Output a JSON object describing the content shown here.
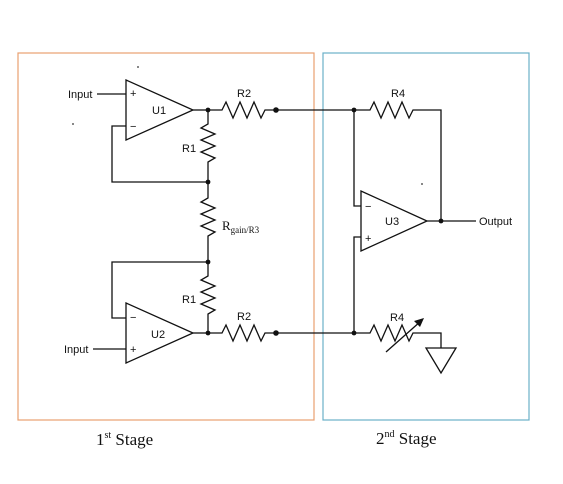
{
  "stage1": {
    "label_main": "1",
    "label_sup": "st",
    "label_rest": " Stage",
    "border_color": "#e8a070"
  },
  "stage2": {
    "label_main": "2",
    "label_sup": "nd",
    "label_rest": " Stage",
    "border_color": "#6bb0c8"
  },
  "inputs": {
    "top": "Input",
    "bottom": "Input"
  },
  "output": "Output",
  "opamps": {
    "u1": "U1",
    "u2": "U2",
    "u3": "U3"
  },
  "pins": {
    "plus": "+",
    "minus": "−"
  },
  "resistors": {
    "r2_top": "R2",
    "r2_bottom": "R2",
    "r1_top": "R1",
    "r1_bottom": "R1",
    "rgain_main": "R",
    "rgain_sub": "gain/R3",
    "r4_top": "R4",
    "r4_bottom": "R4"
  }
}
